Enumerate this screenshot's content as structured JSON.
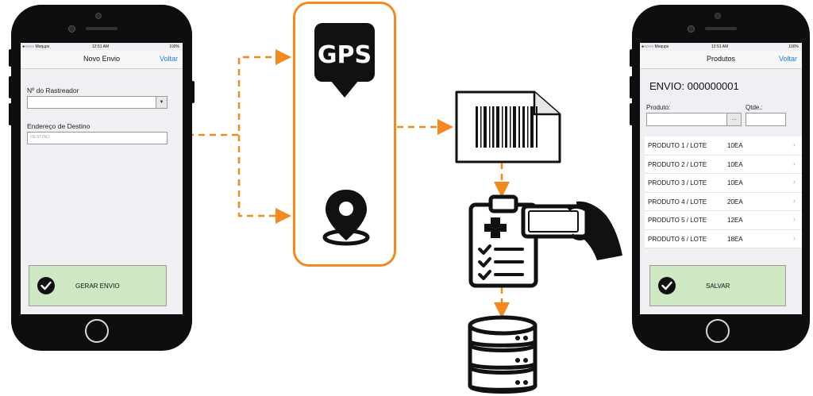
{
  "left_phone": {
    "status": {
      "carrier": "●○○○○ Moqups",
      "time": "12:51 AM",
      "battery": "100%"
    },
    "nav": {
      "title": "Novo Envio",
      "back": "Voltar"
    },
    "tracker_label": "Nº do Rastreador",
    "destination_label": "Endereço de Destino",
    "destination_placeholder": "DESTINO",
    "button_label": "GERAR ENVIO"
  },
  "right_phone": {
    "status": {
      "carrier": "●○○○○ Moqups",
      "time": "12:51 AM",
      "battery": "100%"
    },
    "nav": {
      "title": "Produtos",
      "back": "Voltar"
    },
    "heading": "ENVIO: 000000001",
    "product_label": "Produto:",
    "qty_label": "Qtde.:",
    "lookup_button": "...",
    "products": [
      {
        "name": "PRODUTO 1 / LOTE",
        "qty": "10EA"
      },
      {
        "name": "PRODUTO 2 / LOTE",
        "qty": "10EA"
      },
      {
        "name": "PRODUTO 3 / LOTE",
        "qty": "10EA"
      },
      {
        "name": "PRODUTO 4 / LOTE",
        "qty": "20EA"
      },
      {
        "name": "PRODUTO 5 / LOTE",
        "qty": "12EA"
      },
      {
        "name": "PRODUTO 6 / LOTE",
        "qty": "18EA"
      }
    ],
    "button_label": "SALVAR"
  },
  "gps_icon_text": "GPS",
  "colors": {
    "accent": "#f28a1d",
    "button_green": "#cfe8c4",
    "link_blue": "#1a7cf5"
  },
  "icons": [
    "gps-icon",
    "location-pin-icon",
    "barcode-icon",
    "clipboard-checklist-icon",
    "phone-in-hand-icon",
    "database-icon",
    "checkmark-icon",
    "chevron-right-icon",
    "dropdown-arrow-icon"
  ]
}
